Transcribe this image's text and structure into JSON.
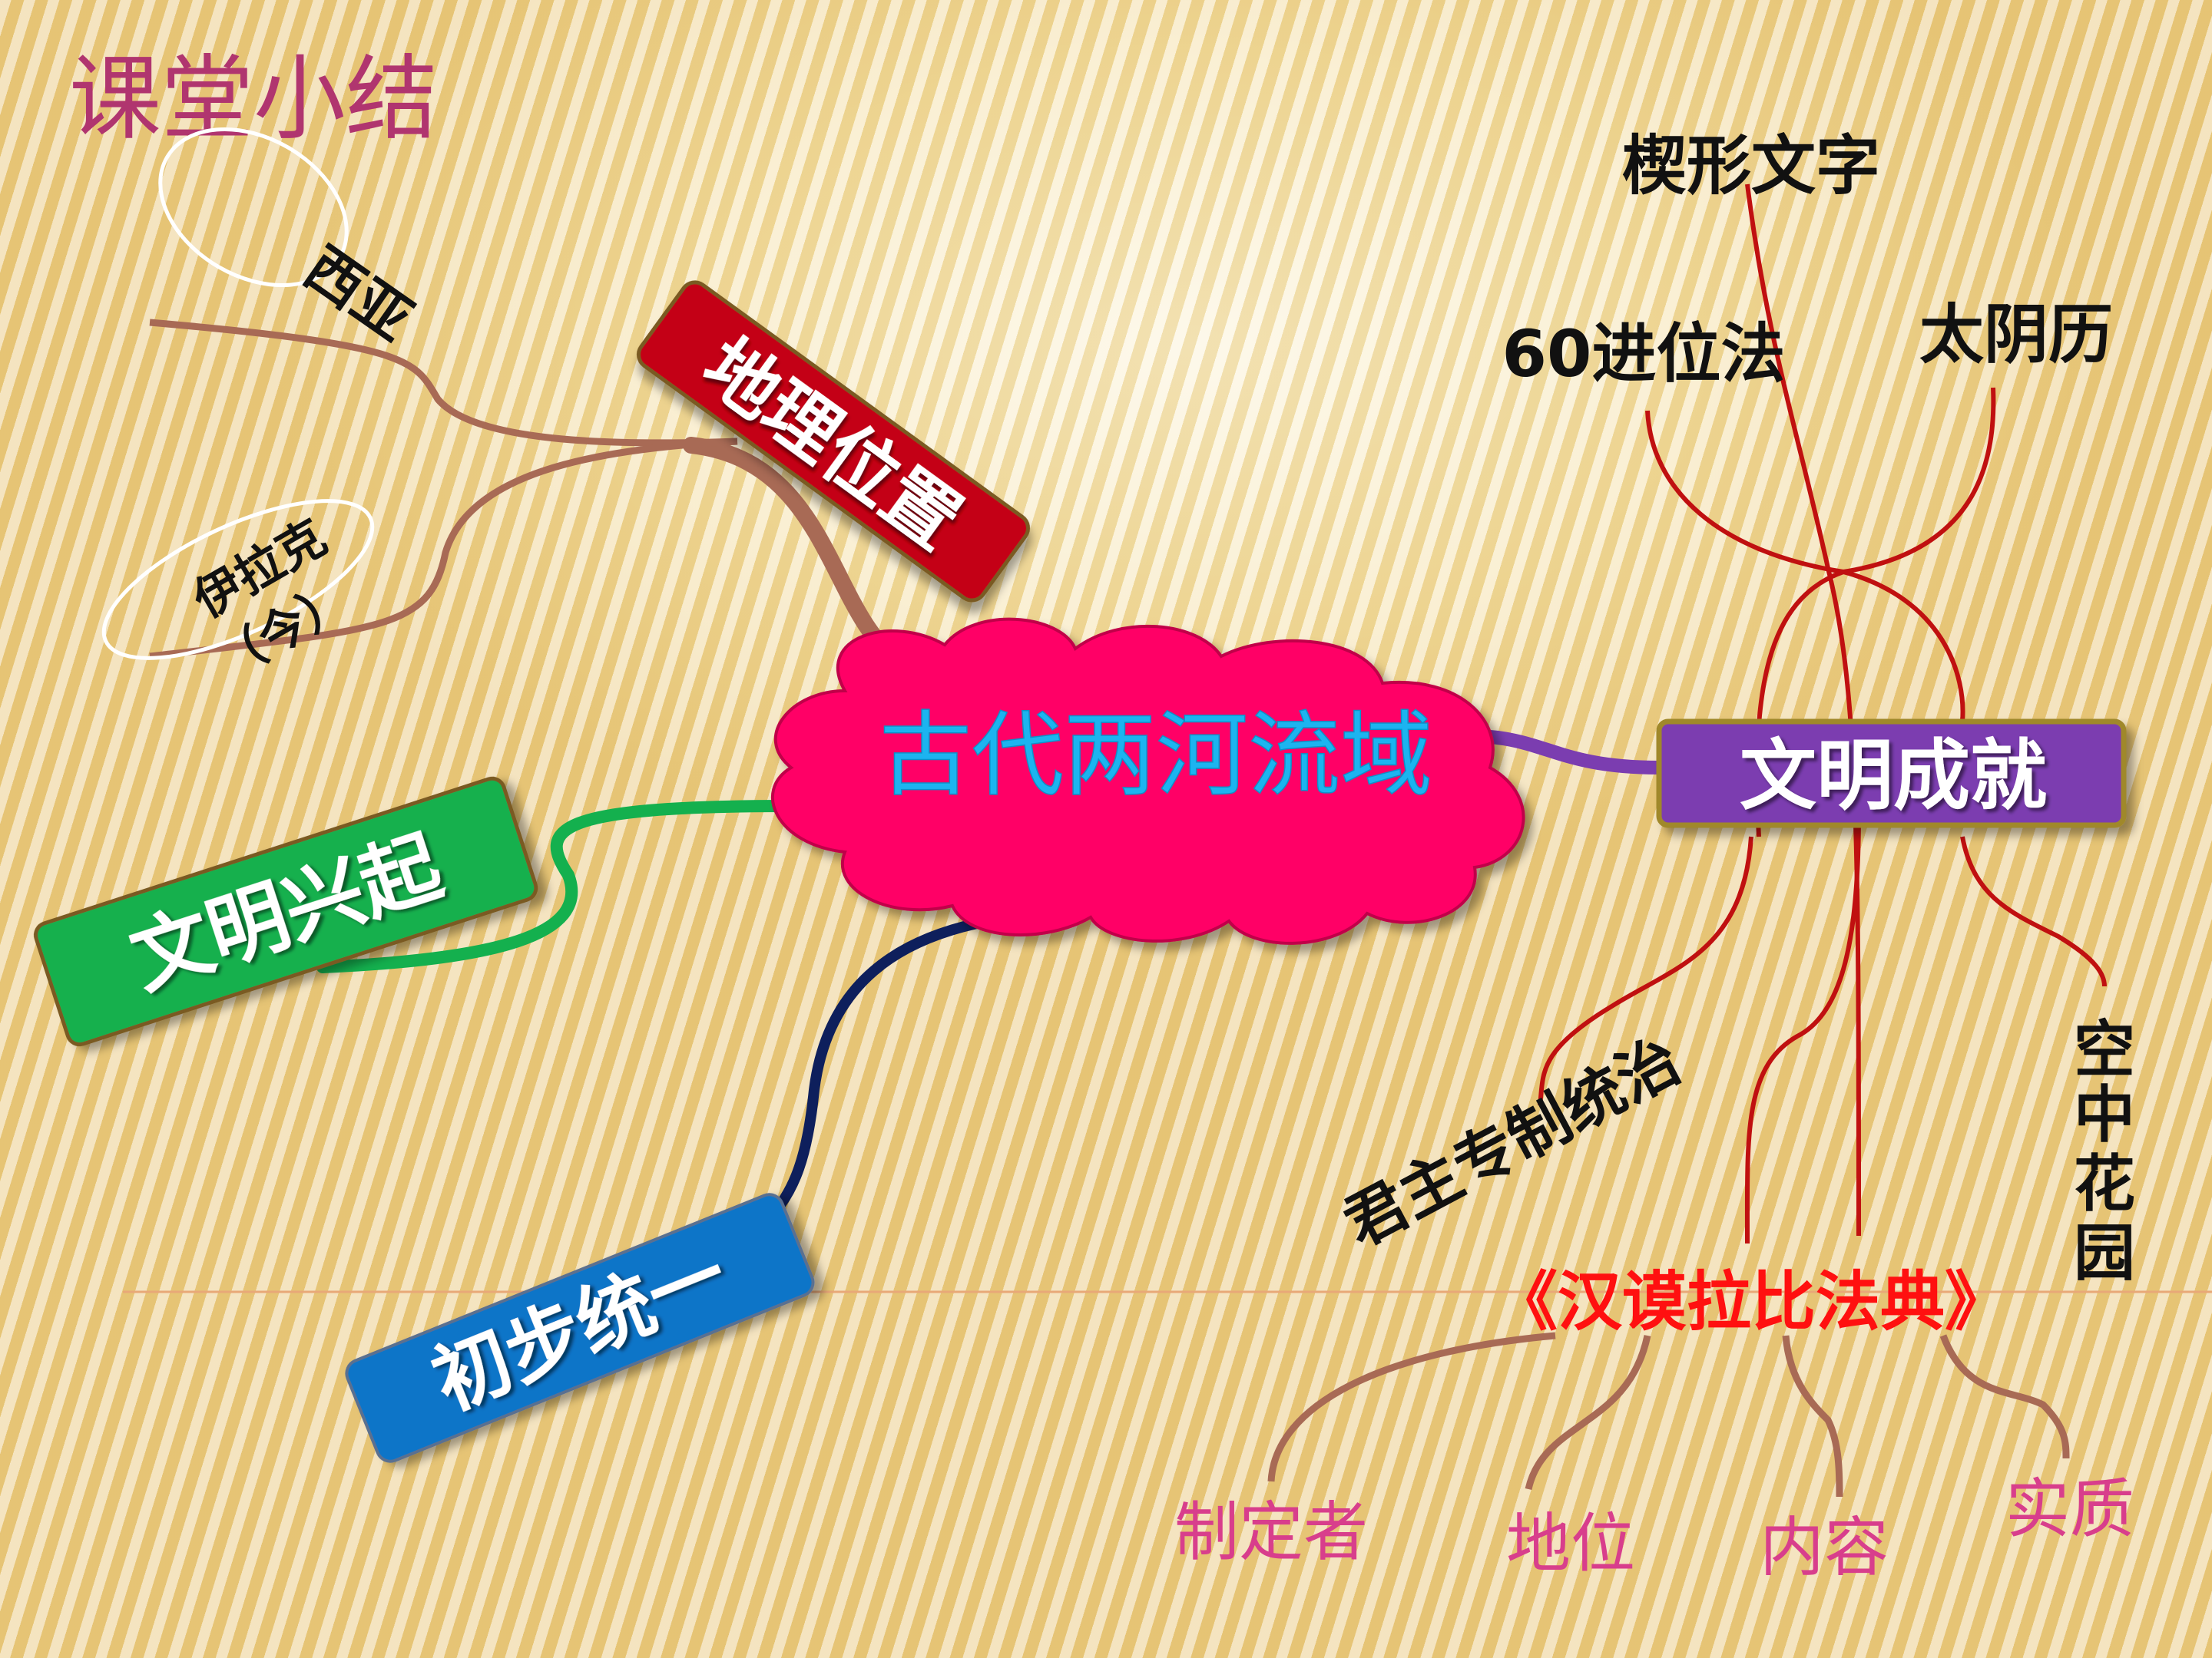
{
  "slide_title": "课堂小结",
  "center": "古代两河流域",
  "branches": {
    "geo": "地理位置",
    "rise": "文明兴起",
    "unify": "初步统一",
    "ach": "文明成就"
  },
  "geo_leaves": {
    "west_asia": "西亚",
    "iraq_line1": "伊拉克",
    "iraq_line2": "（今）"
  },
  "achievements": {
    "cuneiform": "楔形文字",
    "base60": "60进位法",
    "lunar": "太阴历",
    "monarchy": "君主专制统治",
    "gardens": "空中花园",
    "code": "《汉谟拉比法典》"
  },
  "code_aspects": {
    "maker": "制定者",
    "status": "地位",
    "content": "内容",
    "essence": "实质"
  },
  "colors": {
    "title": "#b0356f",
    "cloud": "#ff0066",
    "center_text": "#1fb4f0",
    "geo_box": "#c40012",
    "rise_box": "#14b04e",
    "unify_box": "#0a74c8",
    "ach_box": "#7b3db0",
    "red_line": "#c01010",
    "brown_line": "#a86a55",
    "aspect_text": "#d83e8c",
    "code_text": "#ff1010"
  }
}
